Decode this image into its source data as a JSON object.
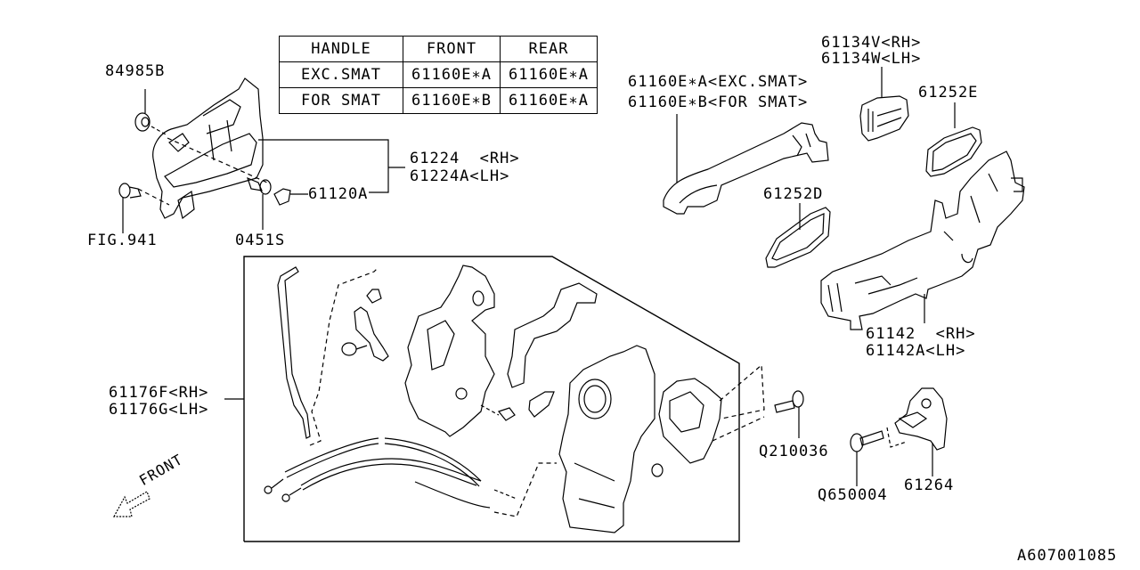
{
  "diagram": {
    "type": "exploded-parts-diagram",
    "figure_id": "A607001085",
    "direction_indicator": "FRONT"
  },
  "handle_table": {
    "headers": [
      "HANDLE",
      "FRONT",
      "REAR"
    ],
    "rows": [
      [
        "EXC.SMAT",
        "61160E∗A",
        "61160E∗A"
      ],
      [
        "FOR SMAT",
        "61160E∗B",
        "61160E∗A"
      ]
    ]
  },
  "labels": {
    "p84985b": "84985B",
    "fig941": "FIG.941",
    "p0451s": "0451S",
    "p61120a": "61120A",
    "p61224_rh": "61224  <RH>",
    "p61224_lh": "61224A<LH>",
    "p61160_a": "61160E∗A<EXC.SMAT>",
    "p61160_b": "61160E∗B<FOR SMAT>",
    "p61134_rh": "61134V<RH>",
    "p61134_lh": "61134W<LH>",
    "p61252e": "61252E",
    "p61252d": "61252D",
    "p61142_rh": "61142  <RH>",
    "p61142_lh": "61142A<LH>",
    "p61176_rh": "61176F<RH>",
    "p61176_lh": "61176G<LH>",
    "q210036": "Q210036",
    "q650004": "Q650004",
    "p61264": "61264",
    "front": "FRONT",
    "figure_id": "A607001085"
  }
}
